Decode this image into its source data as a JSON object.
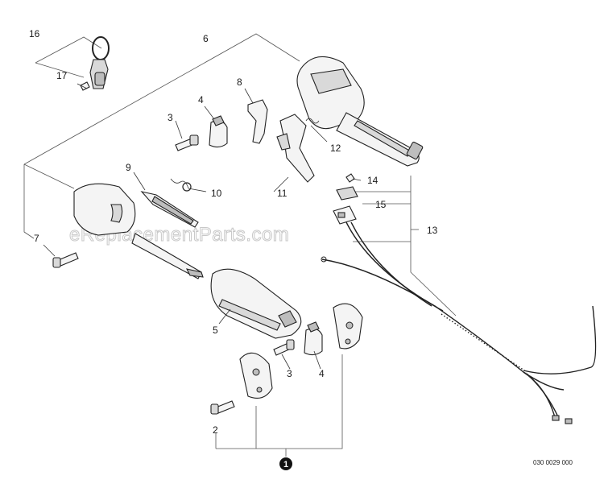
{
  "diagram": {
    "watermark": "eReplacementParts.com",
    "drawing_code": "030 0029 000",
    "assembly_badge": "1",
    "callouts": {
      "c16": "16",
      "c17": "17",
      "c6": "6",
      "c8": "8",
      "c4a": "4",
      "c3a": "3",
      "c12": "12",
      "c9": "9",
      "c10": "10",
      "c11": "11",
      "c14": "14",
      "c15": "15",
      "c13": "13",
      "c7": "7",
      "c5": "5",
      "c3b": "3",
      "c4b": "4",
      "c2": "2"
    }
  }
}
